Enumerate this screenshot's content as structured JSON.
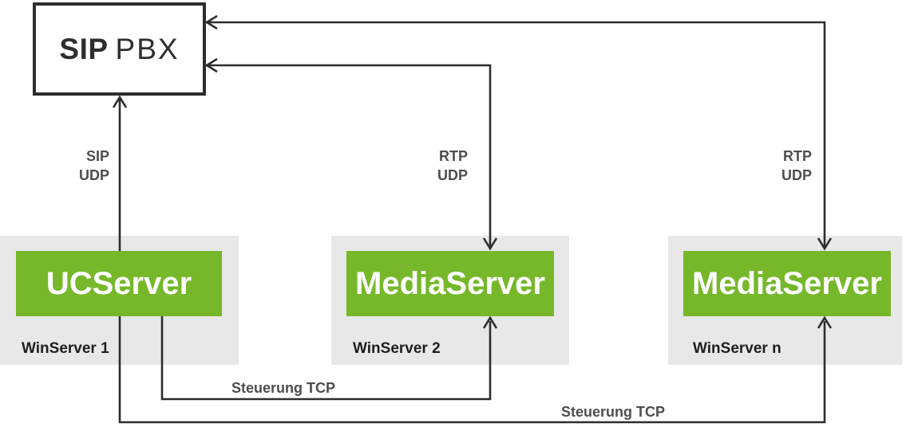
{
  "colors": {
    "green": "#76b82a",
    "panel": "#e8e8e8",
    "line": "#2d2d2d",
    "label": "#4d4d4d"
  },
  "pbx": {
    "name_primary": "SIP",
    "name_secondary": "PBX"
  },
  "servers": [
    {
      "app": "UCServer",
      "host": "WinServer 1"
    },
    {
      "app": "MediaServer",
      "host": "WinServer 2"
    },
    {
      "app": "MediaServer",
      "host": "WinServer n"
    }
  ],
  "connections": {
    "sip": {
      "protocol": "SIP",
      "transport": "UDP"
    },
    "rtp_2": {
      "protocol": "RTP",
      "transport": "UDP"
    },
    "rtp_n": {
      "protocol": "RTP",
      "transport": "UDP"
    },
    "control_2": {
      "label": "Steuerung TCP"
    },
    "control_n": {
      "label": "Steuerung TCP"
    }
  }
}
